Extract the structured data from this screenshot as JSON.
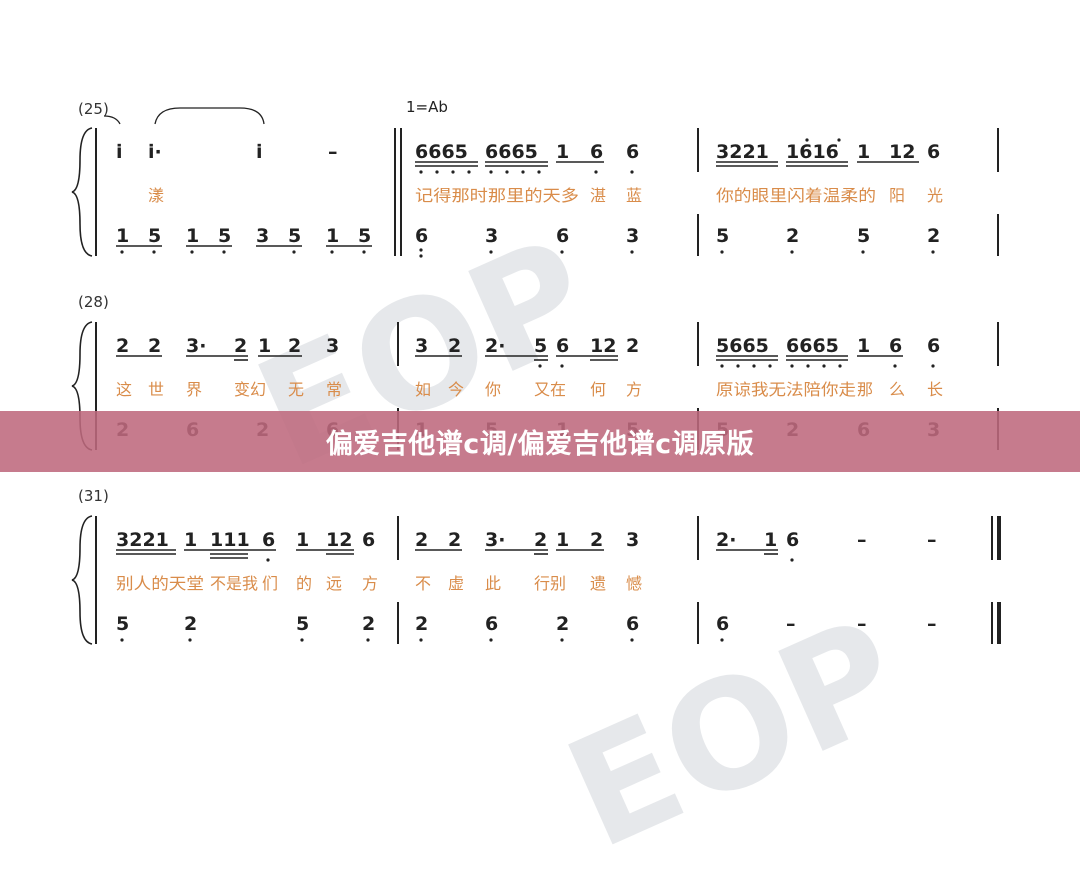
{
  "watermark": "EOP",
  "banner_title": "偏爱吉他谱c调/偏爱吉他谱c调原版",
  "key_signature": "1=Ab",
  "systems": [
    {
      "label": "(25)",
      "upper": [
        "i̇",
        "i̇·",
        "i̇",
        "–",
        "6665",
        "6665",
        "1",
        "6",
        "6",
        "3221",
        "1616",
        "1",
        "12",
        "6"
      ],
      "lyrics": [
        "漾",
        "记得那时那里的天多",
        "湛",
        "蓝",
        "你的眼里闪着温柔的",
        "阳",
        "光"
      ],
      "lower": [
        "1",
        "5",
        "1",
        "5",
        "3",
        "5",
        "1",
        "5",
        "6",
        "3",
        "6",
        "3",
        "5",
        "2",
        "5",
        "2"
      ]
    },
    {
      "label": "(28)",
      "upper": [
        "2",
        "2",
        "3·",
        "2",
        "1",
        "2",
        "3",
        "3",
        "2",
        "2·",
        "5",
        "6",
        "12",
        "2",
        "5665",
        "6665",
        "1",
        "6",
        "6"
      ],
      "lyrics": [
        "这",
        "世",
        "界",
        "变幻",
        "无",
        "常",
        "如",
        "今",
        "你",
        "又在",
        "何",
        "方",
        "原谅我无法陪你走",
        "那",
        "么",
        "长"
      ],
      "lower": [
        "2",
        "6",
        "2",
        "6",
        "1",
        "5",
        "1",
        "5",
        "5",
        "2",
        "6",
        "3"
      ]
    },
    {
      "label": "(31)",
      "upper": [
        "3221",
        "1",
        "111",
        "6",
        "1",
        "12",
        "6",
        "2",
        "2",
        "3·",
        "2",
        "1",
        "2",
        "3",
        "2·",
        "1",
        "6",
        "–",
        "–"
      ],
      "lyrics": [
        "别人的天堂",
        "不是我",
        "们",
        "的",
        "远",
        "方",
        "不",
        "虚",
        "此",
        "行别",
        "遗",
        "憾"
      ],
      "lower": [
        "5",
        "2",
        "5",
        "2",
        "2",
        "6",
        "2",
        "6",
        "6",
        "–",
        "–",
        "–"
      ]
    }
  ]
}
